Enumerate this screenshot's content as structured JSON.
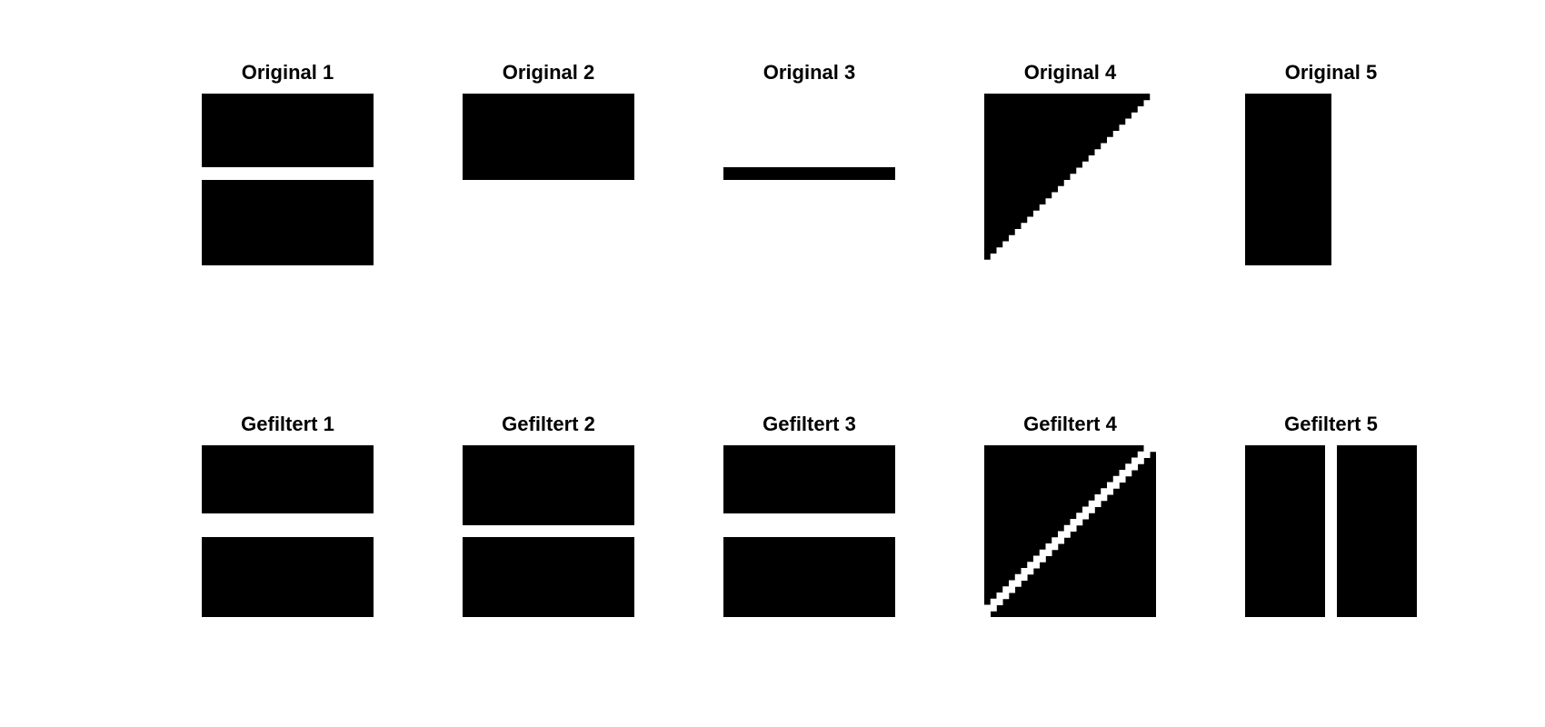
{
  "colors": {
    "background": "#ffffff",
    "ink": "#000000"
  },
  "panels": [
    {
      "title": "Original 1"
    },
    {
      "title": "Original 2"
    },
    {
      "title": "Original 3"
    },
    {
      "title": "Original 4"
    },
    {
      "title": "Original 5"
    },
    {
      "title": "Gefiltert 1"
    },
    {
      "title": "Gefiltert 2"
    },
    {
      "title": "Gefiltert 3"
    },
    {
      "title": "Gefiltert 4"
    },
    {
      "title": "Gefiltert 5"
    }
  ]
}
